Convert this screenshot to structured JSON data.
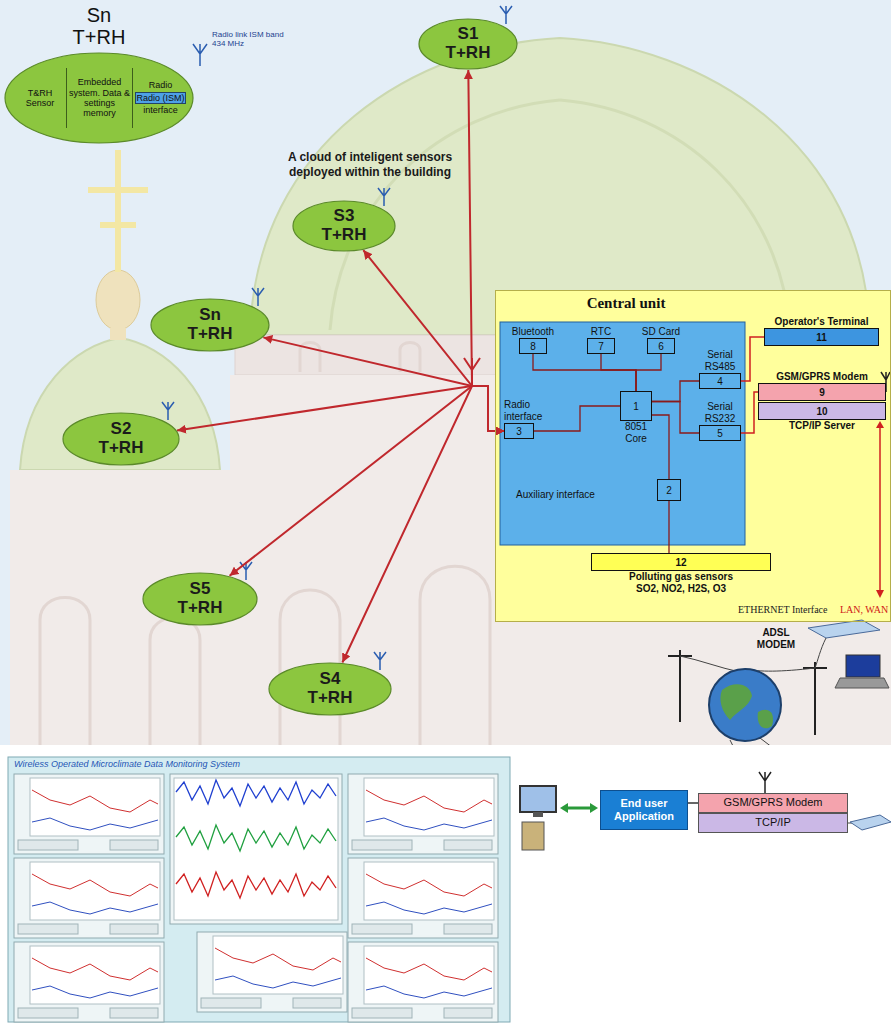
{
  "diagram": {
    "nodes": [
      {
        "text": [
          "Sn T+RH"
        ]
      },
      {
        "text": [
          "T&RH Sensor"
        ],
        "in": 0
      },
      {
        "text": [
          "Embedded system. Data & settings memory"
        ],
        "in": 0
      },
      {
        "text": [
          "Radio",
          "Radio (ISM)",
          "interface"
        ],
        "in": 0
      },
      {
        "text": [
          "S1 T+RH"
        ]
      },
      {
        "text": [
          "S3 T+RH"
        ]
      },
      {
        "text": [
          "Sn T+RH"
        ]
      },
      {
        "text": [
          "S2 T+RH"
        ]
      },
      {
        "text": [
          "S5 T+RH"
        ]
      },
      {
        "text": [
          "S4 T+RH"
        ]
      },
      {
        "text": [
          "Central unit"
        ]
      },
      {
        "text": [
          "Bluetooth",
          "8"
        ],
        "in": 10
      },
      {
        "text": [
          "RTC",
          "7"
        ],
        "in": 10
      },
      {
        "text": [
          "SD Card",
          "6"
        ],
        "in": 10
      },
      {
        "text": [
          "Radio interface",
          "3"
        ],
        "in": 10
      },
      {
        "text": [
          "1",
          "8051 Core"
        ],
        "in": 10
      },
      {
        "text": [
          "Serial RS485",
          "4"
        ],
        "in": 10
      },
      {
        "text": [
          "Serial RS232",
          "5"
        ],
        "in": 10
      },
      {
        "text": [
          "Auxiliary interface",
          "2"
        ],
        "in": 10
      },
      {
        "text": [
          "Operator's Terminal",
          "11"
        ],
        "in": 10
      },
      {
        "text": [
          "GSM/GPRS Modem",
          "9"
        ],
        "in": 10
      },
      {
        "text": [
          "10",
          "TCP/IP Server"
        ],
        "in": 10
      },
      {
        "text": [
          "12",
          "Polluting gas sensors SO2, NO2, H2S, O3"
        ],
        "in": 10
      },
      {
        "text": [
          "End user Application"
        ]
      },
      {
        "text": [
          "GSM/GPRS Modem"
        ]
      },
      {
        "text": [
          "TCP/IP"
        ]
      }
    ],
    "edges": [
      {
        "from": 14,
        "to": 4,
        "arrow": "both"
      },
      {
        "from": 14,
        "to": 5,
        "arrow": "both"
      },
      {
        "from": 14,
        "to": 6,
        "arrow": "both"
      },
      {
        "from": 14,
        "to": 7,
        "arrow": "both"
      },
      {
        "from": 14,
        "to": 8,
        "arrow": "both"
      },
      {
        "from": 14,
        "to": 9,
        "arrow": "both"
      },
      {
        "from": 15,
        "to": 11,
        "arrow": "none"
      },
      {
        "from": 15,
        "to": 12,
        "arrow": "none"
      },
      {
        "from": 15,
        "to": 13,
        "arrow": "none"
      },
      {
        "from": 15,
        "to": 14,
        "arrow": "none"
      },
      {
        "from": 15,
        "to": 16,
        "arrow": "none"
      },
      {
        "from": 15,
        "to": 17,
        "arrow": "none"
      },
      {
        "from": 15,
        "to": 18,
        "arrow": "none"
      },
      {
        "from": 16,
        "to": 19,
        "arrow": "none"
      },
      {
        "from": 17,
        "to": 20,
        "arrow": "none"
      },
      {
        "from": 18,
        "to": 22,
        "arrow": "none"
      },
      {
        "from": 23,
        "to": 24,
        "arrow": "none"
      }
    ],
    "labels": [
      "Radio link ISM band 434 MHz",
      "A cloud of inteligent sensors deployed within the building",
      "ETHERNET Interface",
      "LAN, WAN",
      "ADSL MODEM",
      "Wireless Operated Microclimate Data Monitoring System"
    ]
  }
}
